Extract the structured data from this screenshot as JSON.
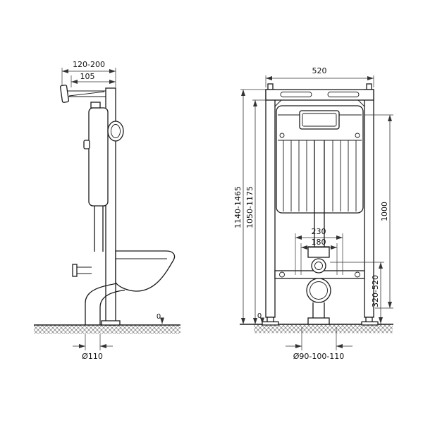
{
  "colors": {
    "line": "#1a1a1a",
    "dimension": "#333333",
    "background": "#ffffff"
  },
  "side_view": {
    "wall_distance": "120-200",
    "bracket_depth": "105",
    "floor_level": "0",
    "drain_diameter": "Ø110"
  },
  "front_view": {
    "frame_width": "520",
    "overall_height": "1140-1465",
    "rail_height": "1050-1175",
    "flush_height": "1000",
    "fixing_spacing_outer": "230",
    "fixing_spacing_inner": "180",
    "outlet_height": "320-520",
    "floor_level": "0",
    "outlet_diameter": "Ø90-100-110"
  }
}
